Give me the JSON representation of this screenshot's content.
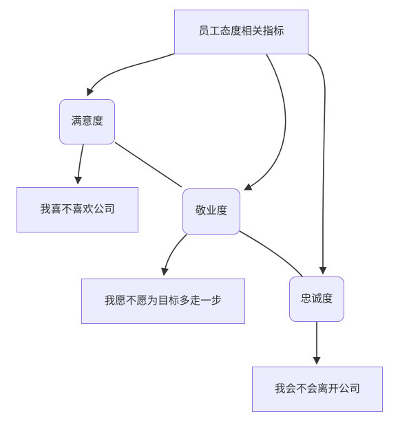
{
  "diagram": {
    "type": "flowchart",
    "direction": "top-down",
    "colors": {
      "node_fill": "#ECECFF",
      "node_border": "#9370DB",
      "edge": "#333333",
      "text": "#333333",
      "background": "#ffffff"
    },
    "nodes": [
      {
        "id": "indicators",
        "label": "员工态度相关指标",
        "shape": "rect"
      },
      {
        "id": "satisfaction",
        "label": "满意度",
        "shape": "rounded"
      },
      {
        "id": "like_company",
        "label": "我喜不喜欢公司",
        "shape": "rect"
      },
      {
        "id": "engagement",
        "label": "敬业度",
        "shape": "rounded"
      },
      {
        "id": "extra_mile",
        "label": "我愿不愿为目标多走一步",
        "shape": "rect"
      },
      {
        "id": "loyalty",
        "label": "忠诚度",
        "shape": "rounded"
      },
      {
        "id": "leave_company",
        "label": "我会不会离开公司",
        "shape": "rect"
      }
    ],
    "edges": [
      {
        "from": "indicators",
        "to": "satisfaction",
        "arrowhead": true
      },
      {
        "from": "indicators",
        "to": "engagement",
        "arrowhead": true
      },
      {
        "from": "indicators",
        "to": "loyalty",
        "arrowhead": true
      },
      {
        "from": "satisfaction",
        "to": "like_company",
        "arrowhead": true
      },
      {
        "from": "satisfaction",
        "to": "engagement",
        "arrowhead": false
      },
      {
        "from": "engagement",
        "to": "extra_mile",
        "arrowhead": true
      },
      {
        "from": "engagement",
        "to": "loyalty",
        "arrowhead": false
      },
      {
        "from": "loyalty",
        "to": "leave_company",
        "arrowhead": true
      }
    ]
  }
}
